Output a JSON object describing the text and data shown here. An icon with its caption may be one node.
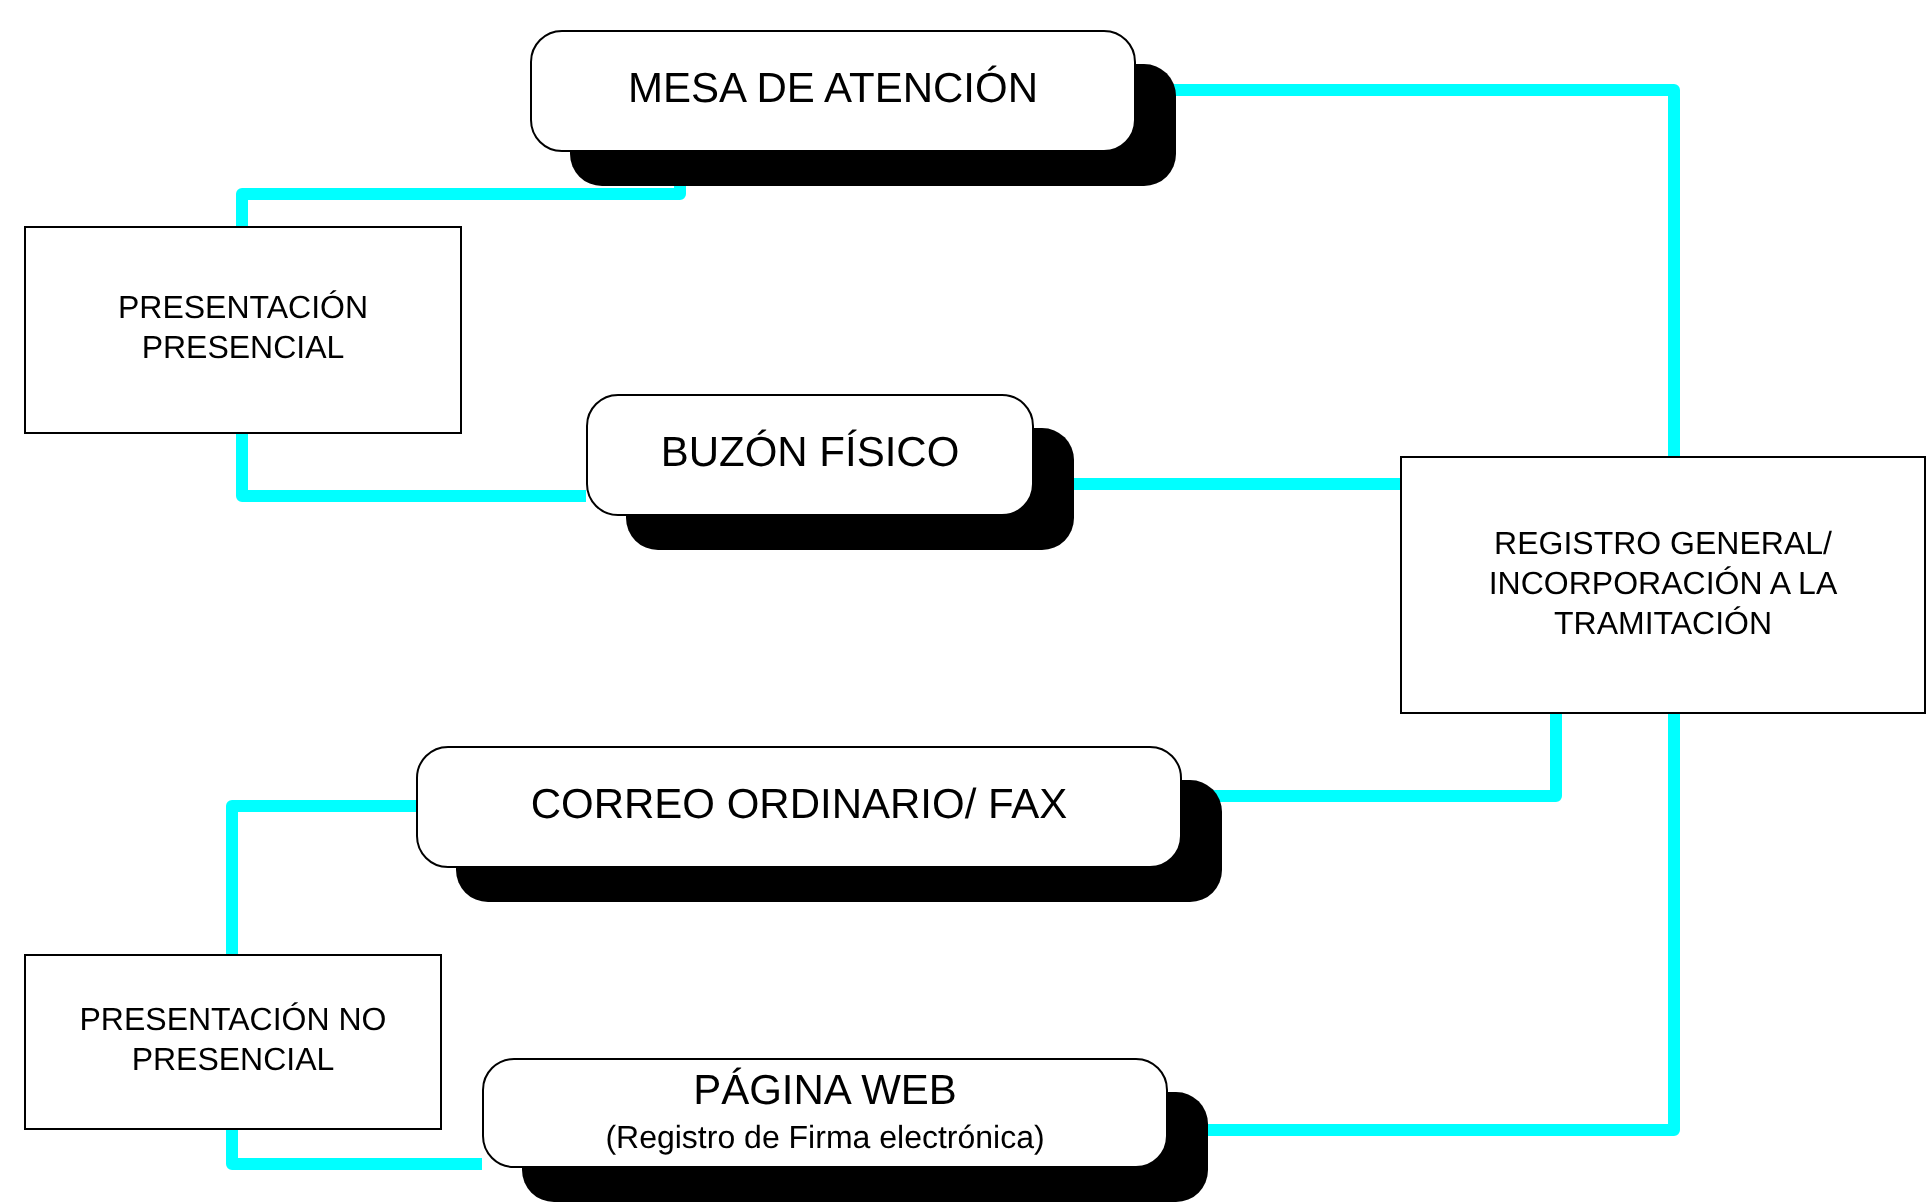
{
  "diagram": {
    "nodes": [
      {
        "text": [
          "MESA DE ATENCIÓN"
        ]
      },
      {
        "text": [
          "PRESENTACIÓN PRESENCIAL"
        ]
      },
      {
        "text": [
          "BUZÓN FÍSICO"
        ]
      },
      {
        "text": [
          "REGISTRO GENERAL/ INCORPORACIÓN A LA TRAMITACIÓN"
        ]
      },
      {
        "text": [
          "CORREO ORDINARIO/ FAX"
        ]
      },
      {
        "text": [
          "PRESENTACIÓN NO PRESENCIAL"
        ]
      },
      {
        "text": [
          "PÁGINA WEB",
          "(Registro de Firma electrónica)"
        ]
      }
    ],
    "edges": [
      {
        "from": 1,
        "to": 0,
        "arrow": "none"
      },
      {
        "from": 1,
        "to": 2,
        "arrow": "none"
      },
      {
        "from": 0,
        "to": 3,
        "arrow": "none"
      },
      {
        "from": 2,
        "to": 3,
        "arrow": "none"
      },
      {
        "from": 3,
        "to": 4,
        "arrow": "none"
      },
      {
        "from": 5,
        "to": 4,
        "arrow": "none"
      },
      {
        "from": 5,
        "to": 6,
        "arrow": "none"
      },
      {
        "from": 3,
        "to": 6,
        "arrow": "none"
      }
    ]
  }
}
